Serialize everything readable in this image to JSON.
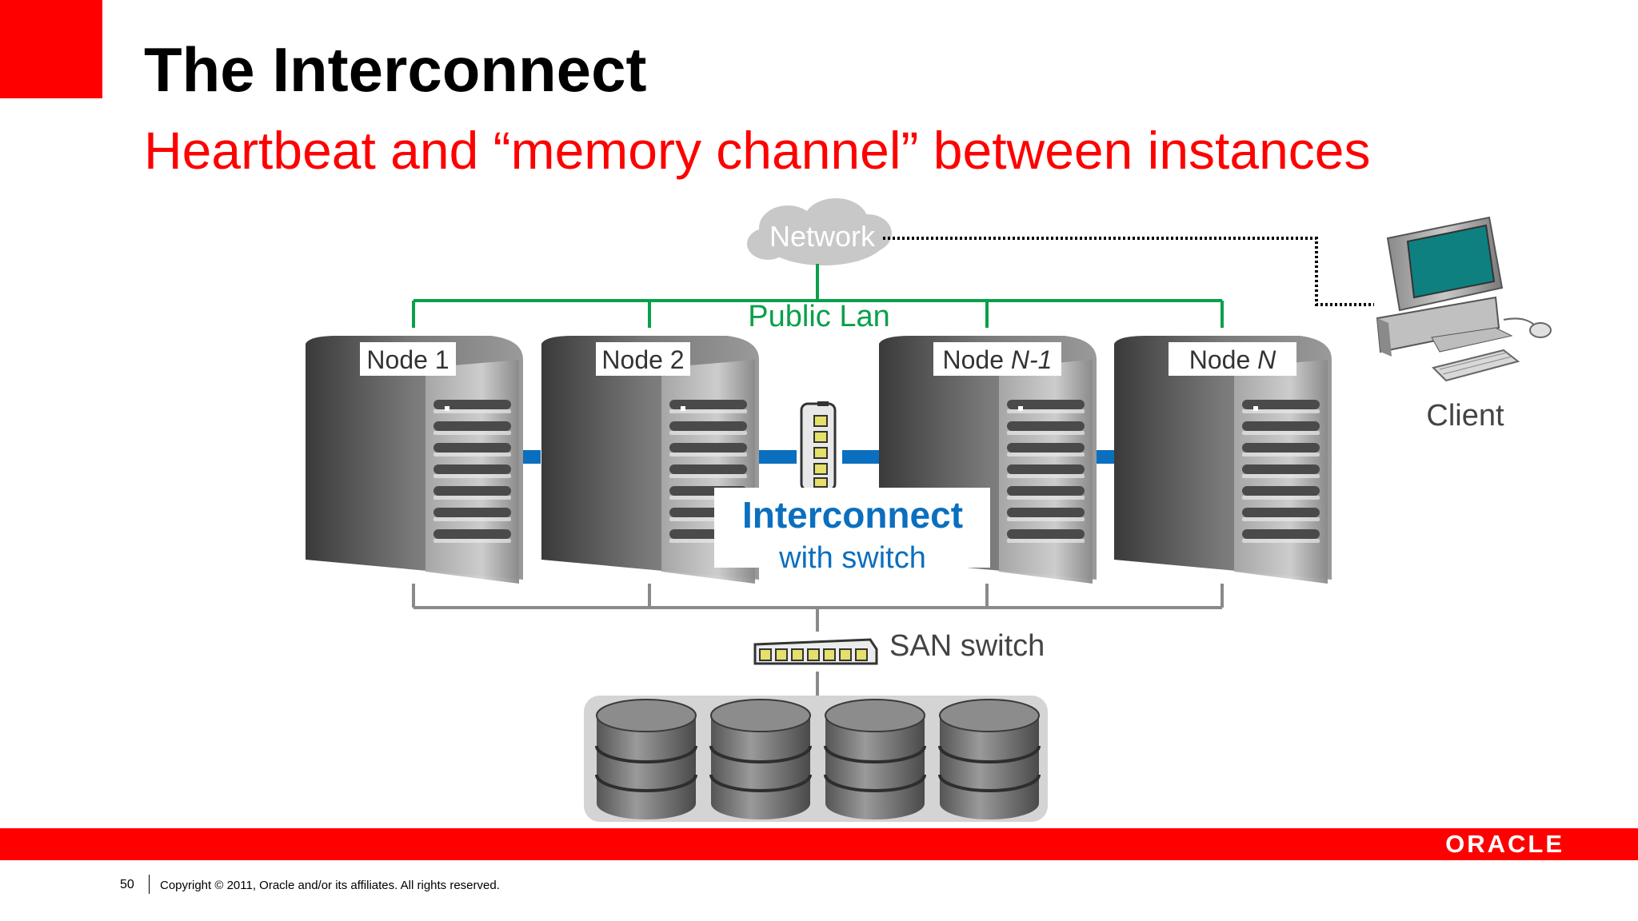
{
  "slide": {
    "title": "The Interconnect",
    "subtitle": "Heartbeat and “memory channel” between instances"
  },
  "diagram": {
    "network_label": "Network",
    "public_lan_label": "Public Lan",
    "nodes": [
      {
        "prefix": "Node ",
        "italic": "1",
        "plain": true
      },
      {
        "prefix": "Node ",
        "italic": "2",
        "plain": true
      },
      {
        "prefix": "Node ",
        "italic": "N-1",
        "plain": false
      },
      {
        "prefix": "Node ",
        "italic": "N",
        "plain": false
      }
    ],
    "interconnect_title": "Interconnect",
    "interconnect_sub": "with switch",
    "san_switch_label": "SAN switch",
    "client_label": "Client",
    "storage_disk_count": 4
  },
  "colors": {
    "accent_red": "#ff0000",
    "public_lan_green": "#0aa04a",
    "interconnect_blue": "#0b6fbf",
    "server_gray": "#6b6b6b",
    "monitor_teal": "#008080"
  },
  "footer": {
    "page_number": "50",
    "copyright": "Copyright © 2011, Oracle and/or its affiliates. All rights reserved.",
    "logo": "ORACLE"
  }
}
